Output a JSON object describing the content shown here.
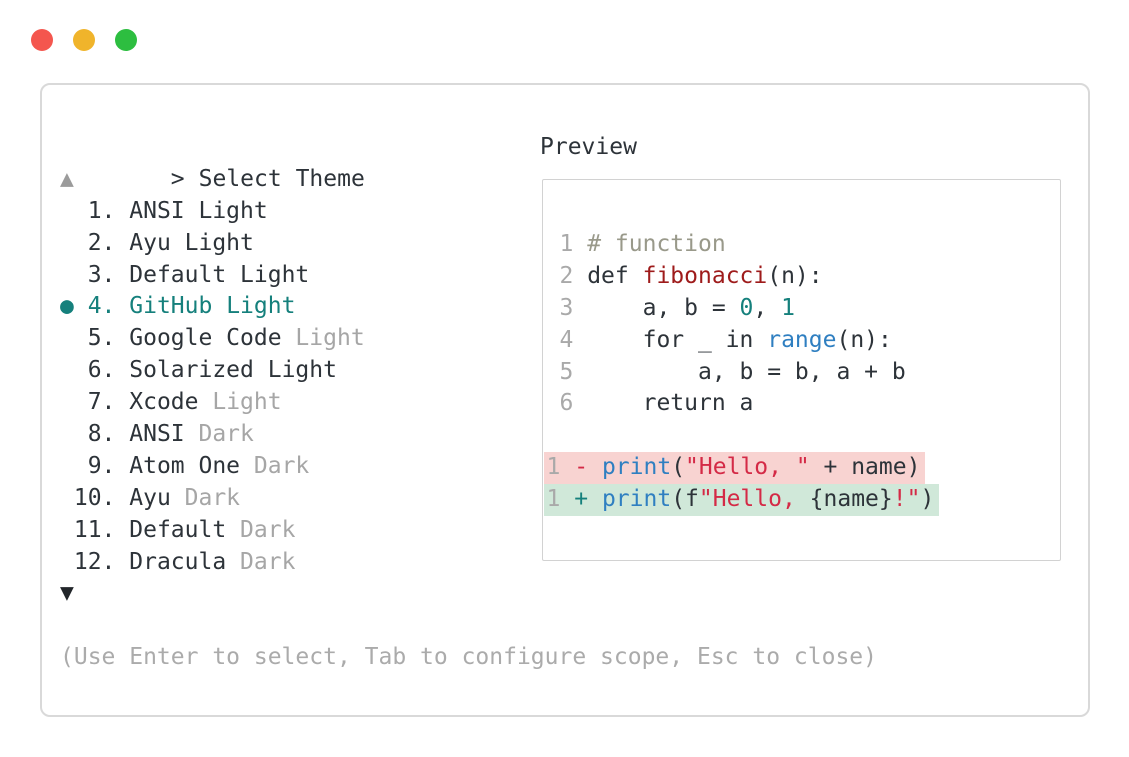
{
  "window": {
    "controls": [
      {
        "name": "close",
        "color": "#f4564e"
      },
      {
        "name": "minimize",
        "color": "#f0b42b"
      },
      {
        "name": "zoom",
        "color": "#2dbe40"
      }
    ]
  },
  "theme_picker": {
    "prompt_symbol": ">",
    "title": "Select Theme",
    "scroll_up_symbol": "▲",
    "scroll_down_symbol": "▼",
    "selected_marker": "●",
    "items": [
      {
        "number": 1,
        "name": "ANSI",
        "variant": "Light",
        "variant_muted": false,
        "selected": false
      },
      {
        "number": 2,
        "name": "Ayu",
        "variant": "Light",
        "variant_muted": false,
        "selected": false
      },
      {
        "number": 3,
        "name": "Default",
        "variant": "Light",
        "variant_muted": false,
        "selected": false
      },
      {
        "number": 4,
        "name": "GitHub",
        "variant": "Light",
        "variant_muted": false,
        "selected": true
      },
      {
        "number": 5,
        "name": "Google Code",
        "variant": "Light",
        "variant_muted": true,
        "selected": false
      },
      {
        "number": 6,
        "name": "Solarized",
        "variant": "Light",
        "variant_muted": false,
        "selected": false
      },
      {
        "number": 7,
        "name": "Xcode",
        "variant": "Light",
        "variant_muted": true,
        "selected": false
      },
      {
        "number": 8,
        "name": "ANSI",
        "variant": "Dark",
        "variant_muted": true,
        "selected": false
      },
      {
        "number": 9,
        "name": "Atom One",
        "variant": "Dark",
        "variant_muted": true,
        "selected": false
      },
      {
        "number": 10,
        "name": "Ayu",
        "variant": "Dark",
        "variant_muted": true,
        "selected": false
      },
      {
        "number": 11,
        "name": "Default",
        "variant": "Dark",
        "variant_muted": true,
        "selected": false
      },
      {
        "number": 12,
        "name": "Dracula",
        "variant": "Dark",
        "variant_muted": true,
        "selected": false
      }
    ],
    "footer_hint": "(Use Enter to select, Tab to configure scope, Esc to close)"
  },
  "preview": {
    "title": "Preview",
    "code_lines": [
      {
        "tokens": [
          [
            "ln",
            "1"
          ],
          [
            "txt",
            " "
          ],
          [
            "comment",
            "# function"
          ]
        ]
      },
      {
        "tokens": [
          [
            "ln",
            "2"
          ],
          [
            "txt",
            " def "
          ],
          [
            "func",
            "fibonacci"
          ],
          [
            "txt",
            "(n):"
          ]
        ]
      },
      {
        "tokens": [
          [
            "ln",
            "3"
          ],
          [
            "txt",
            "     a, b = "
          ],
          [
            "num",
            "0"
          ],
          [
            "txt",
            ", "
          ],
          [
            "num",
            "1"
          ]
        ]
      },
      {
        "tokens": [
          [
            "ln",
            "4"
          ],
          [
            "txt",
            "     for _ in "
          ],
          [
            "blue",
            "range"
          ],
          [
            "txt",
            "(n):"
          ]
        ]
      },
      {
        "tokens": [
          [
            "ln",
            "5"
          ],
          [
            "txt",
            "         a, b = b, a + b"
          ]
        ]
      },
      {
        "tokens": [
          [
            "ln",
            "6"
          ],
          [
            "txt",
            "     return a"
          ]
        ]
      },
      {
        "tokens": []
      },
      {
        "diff": "del",
        "tokens": [
          [
            "ln",
            "1"
          ],
          [
            "txt",
            " "
          ],
          [
            "del",
            "-"
          ],
          [
            "txt",
            " "
          ],
          [
            "blue",
            "print"
          ],
          [
            "txt",
            "("
          ],
          [
            "str",
            "\"Hello, \""
          ],
          [
            "txt",
            " + name)"
          ]
        ]
      },
      {
        "diff": "add",
        "tokens": [
          [
            "ln",
            "1"
          ],
          [
            "txt",
            " "
          ],
          [
            "add",
            "+"
          ],
          [
            "txt",
            " "
          ],
          [
            "blue",
            "print"
          ],
          [
            "txt",
            "(f"
          ],
          [
            "str",
            "\"Hello, "
          ],
          [
            "txt",
            "{name}"
          ],
          [
            "str",
            "!\""
          ],
          [
            "txt",
            ")"
          ]
        ]
      }
    ]
  },
  "colors": {
    "accent_teal": "#15807c",
    "text_dark": "#2d3339",
    "text_muted": "#a6a6a6",
    "comment_gray": "#99998a",
    "function_red": "#9e1b1b",
    "call_blue": "#2f7fc1",
    "string_crimson": "#d42a46",
    "diff_del_bg": "#f8d3d1",
    "diff_add_bg": "#d0e8d9",
    "panel_border": "#d9d9d9",
    "traffic_red": "#f4564e",
    "traffic_yellow": "#f0b42b",
    "traffic_green": "#2dbe40"
  }
}
